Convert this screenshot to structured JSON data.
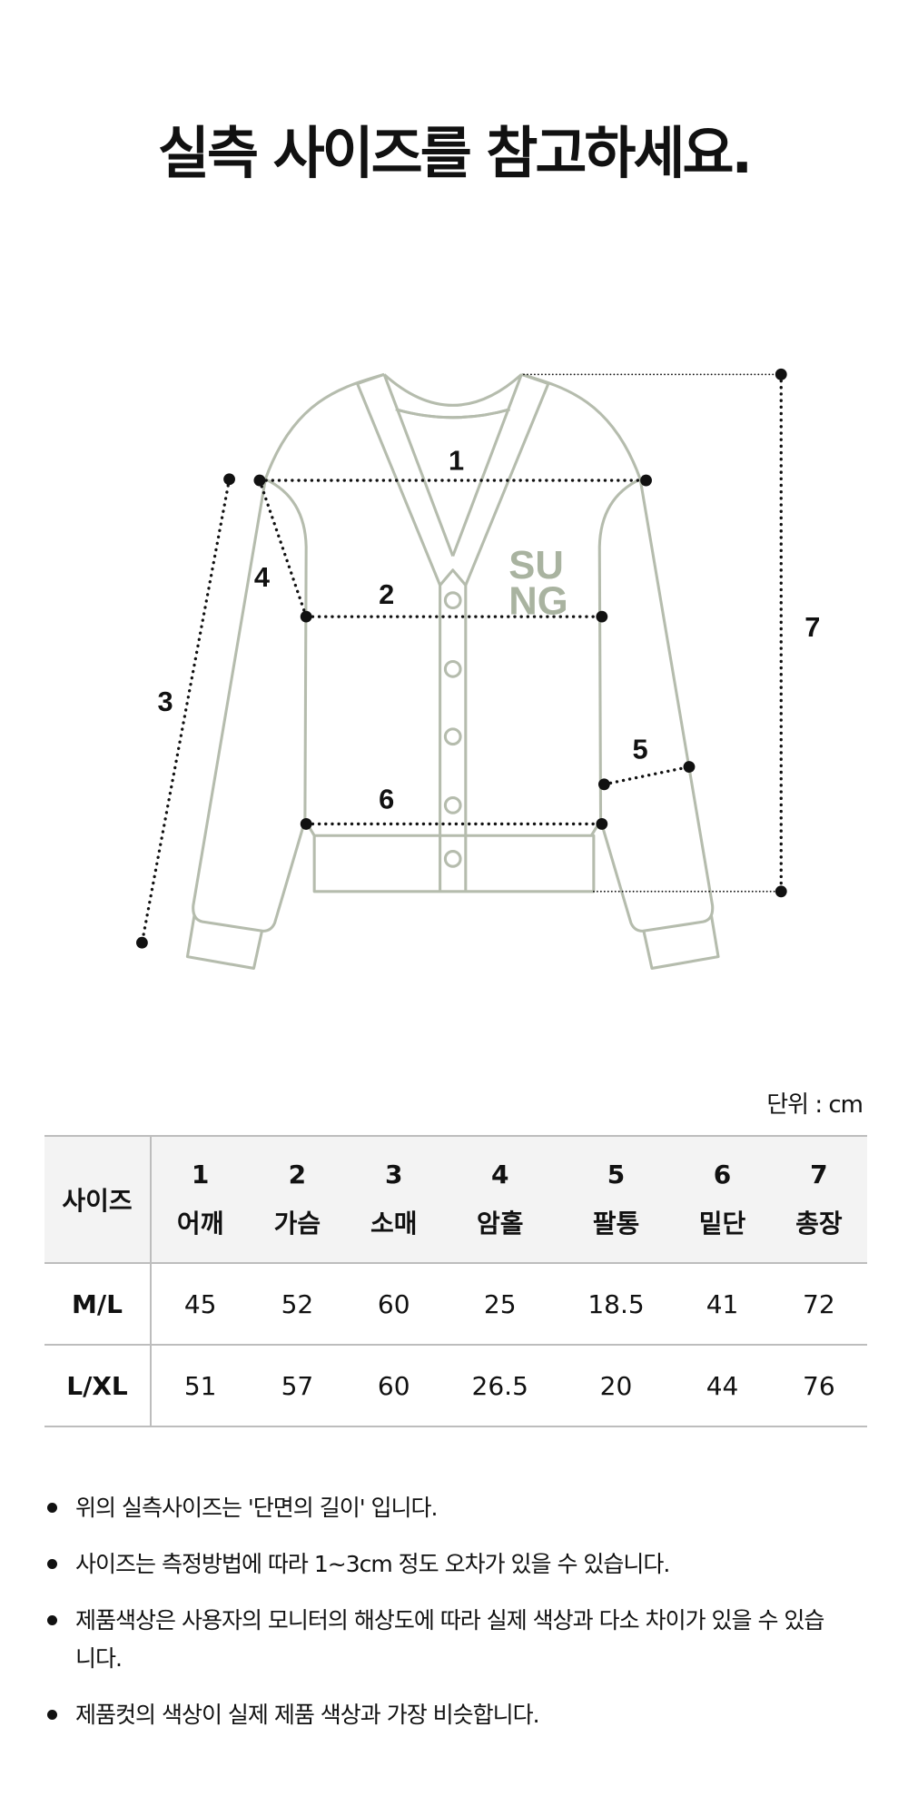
{
  "title": "실측 사이즈를 참고하세요.",
  "diagram": {
    "labels": [
      "1",
      "2",
      "3",
      "4",
      "5",
      "6",
      "7"
    ],
    "logo_top": "SU",
    "logo_bottom": "NG",
    "outline_color": "#b5bcad",
    "logo_color": "#a9b3a0"
  },
  "unit": "단위 : cm",
  "table": {
    "size_header": "사이즈",
    "columns": [
      {
        "num": "1",
        "name": "어깨"
      },
      {
        "num": "2",
        "name": "가슴"
      },
      {
        "num": "3",
        "name": "소매"
      },
      {
        "num": "4",
        "name": "암홀"
      },
      {
        "num": "5",
        "name": "팔통"
      },
      {
        "num": "6",
        "name": "밑단"
      },
      {
        "num": "7",
        "name": "총장"
      }
    ],
    "rows": [
      {
        "size": "M/L",
        "values": [
          "45",
          "52",
          "60",
          "25",
          "18.5",
          "41",
          "72"
        ]
      },
      {
        "size": "L/XL",
        "values": [
          "51",
          "57",
          "60",
          "26.5",
          "20",
          "44",
          "76"
        ]
      }
    ]
  },
  "notes": [
    "위의 실측사이즈는 '단면의 길이' 입니다.",
    "사이즈는 측정방법에 따라 1~3cm 정도 오차가 있을 수 있습니다.",
    "제품색상은 사용자의 모니터의 해상도에 따라 실제 색상과 다소 차이가 있을 수 있습니다.",
    "제품컷의 색상이 실제 제품 색상과 가장 비슷합니다."
  ]
}
